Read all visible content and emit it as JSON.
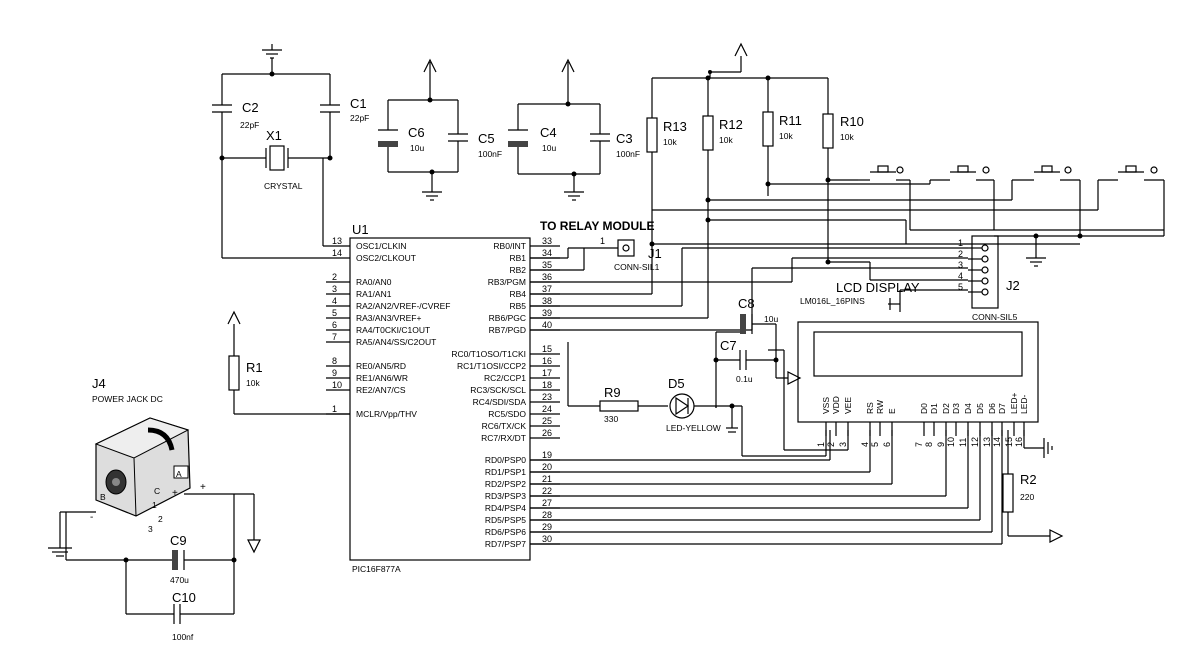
{
  "u1": {
    "ref": "U1",
    "part": "PIC16F877A",
    "left_pins": [
      {
        "num": "13",
        "name": "OSC1/CLKIN"
      },
      {
        "num": "14",
        "name": "OSC2/CLKOUT"
      },
      {
        "num": "2",
        "name": "RA0/AN0"
      },
      {
        "num": "3",
        "name": "RA1/AN1"
      },
      {
        "num": "4",
        "name": "RA2/AN2/VREF-/CVREF"
      },
      {
        "num": "5",
        "name": "RA3/AN3/VREF+"
      },
      {
        "num": "6",
        "name": "RA4/T0CKI/C1OUT"
      },
      {
        "num": "7",
        "name": "RA5/AN4/SS/C2OUT"
      },
      {
        "num": "8",
        "name": "RE0/AN5/RD"
      },
      {
        "num": "9",
        "name": "RE1/AN6/WR"
      },
      {
        "num": "10",
        "name": "RE2/AN7/CS"
      },
      {
        "num": "1",
        "name": "MCLR/Vpp/THV"
      }
    ],
    "right_pins": [
      {
        "num": "33",
        "name": "RB0/INT"
      },
      {
        "num": "34",
        "name": "RB1"
      },
      {
        "num": "35",
        "name": "RB2"
      },
      {
        "num": "36",
        "name": "RB3/PGM"
      },
      {
        "num": "37",
        "name": "RB4"
      },
      {
        "num": "38",
        "name": "RB5"
      },
      {
        "num": "39",
        "name": "RB6/PGC"
      },
      {
        "num": "40",
        "name": "RB7/PGD"
      },
      {
        "num": "15",
        "name": "RC0/T1OSO/T1CKI"
      },
      {
        "num": "16",
        "name": "RC1/T1OSI/CCP2"
      },
      {
        "num": "17",
        "name": "RC2/CCP1"
      },
      {
        "num": "18",
        "name": "RC3/SCK/SCL"
      },
      {
        "num": "23",
        "name": "RC4/SDI/SDA"
      },
      {
        "num": "24",
        "name": "RC5/SDO"
      },
      {
        "num": "25",
        "name": "RC6/TX/CK"
      },
      {
        "num": "26",
        "name": "RC7/RX/DT"
      },
      {
        "num": "19",
        "name": "RD0/PSP0"
      },
      {
        "num": "20",
        "name": "RD1/PSP1"
      },
      {
        "num": "21",
        "name": "RD2/PSP2"
      },
      {
        "num": "22",
        "name": "RD3/PSP3"
      },
      {
        "num": "27",
        "name": "RD4/PSP4"
      },
      {
        "num": "28",
        "name": "RD5/PSP5"
      },
      {
        "num": "29",
        "name": "RD6/PSP6"
      },
      {
        "num": "30",
        "name": "RD7/PSP7"
      }
    ]
  },
  "components": {
    "c2": {
      "ref": "C2",
      "value": "22pF"
    },
    "c1": {
      "ref": "C1",
      "value": "22pF"
    },
    "x1": {
      "ref": "X1",
      "value": "CRYSTAL"
    },
    "c6": {
      "ref": "C6",
      "value": "10u"
    },
    "c5": {
      "ref": "C5",
      "value": "100nF"
    },
    "c4": {
      "ref": "C4",
      "value": "10u"
    },
    "c3": {
      "ref": "C3",
      "value": "100nF"
    },
    "r13": {
      "ref": "R13",
      "value": "10k"
    },
    "r12": {
      "ref": "R12",
      "value": "10k"
    },
    "r11": {
      "ref": "R11",
      "value": "10k"
    },
    "r10": {
      "ref": "R10",
      "value": "10k"
    },
    "r1": {
      "ref": "R1",
      "value": "10k"
    },
    "r9": {
      "ref": "R9",
      "value": "330"
    },
    "d5": {
      "ref": "D5",
      "value": "LED-YELLOW"
    },
    "c8": {
      "ref": "C8",
      "value": "10u"
    },
    "c7": {
      "ref": "C7",
      "value": "0.1u"
    },
    "r2": {
      "ref": "R2",
      "value": "220"
    },
    "c9": {
      "ref": "C9",
      "value": "470u"
    },
    "c10": {
      "ref": "C10",
      "value": "100nf"
    },
    "j4": {
      "ref": "J4",
      "value": "POWER JACK DC"
    },
    "j1": {
      "ref": "J1",
      "value": "CONN-SIL1",
      "pin": "1"
    },
    "j2": {
      "ref": "J2",
      "value": "CONN-SIL5",
      "pins": [
        "1",
        "2",
        "3",
        "4",
        "5"
      ]
    }
  },
  "labels": {
    "relay": "TO RELAY MODULE",
    "lcd_title": "LCD DISPLAY",
    "lcd_part": "LM016L_16PINS"
  },
  "lcd": {
    "pin_names": [
      "VSS",
      "VDD",
      "VEE",
      "RS",
      "RW",
      "E",
      "D0",
      "D1",
      "D2",
      "D3",
      "D4",
      "D5",
      "D6",
      "D7",
      "LED+",
      "LED-"
    ],
    "pin_nums": [
      "1",
      "2",
      "3",
      "4",
      "5",
      "6",
      "7",
      "8",
      "9",
      "10",
      "11",
      "12",
      "13",
      "14",
      "15",
      "16"
    ]
  },
  "jack_marks": {
    "a": "A",
    "b": "B",
    "c": "C",
    "plus": "+",
    "minus": "-",
    "n1": "1",
    "n2": "2",
    "n3": "3"
  },
  "colors": {
    "wire": "#000000",
    "background": "#ffffff"
  }
}
